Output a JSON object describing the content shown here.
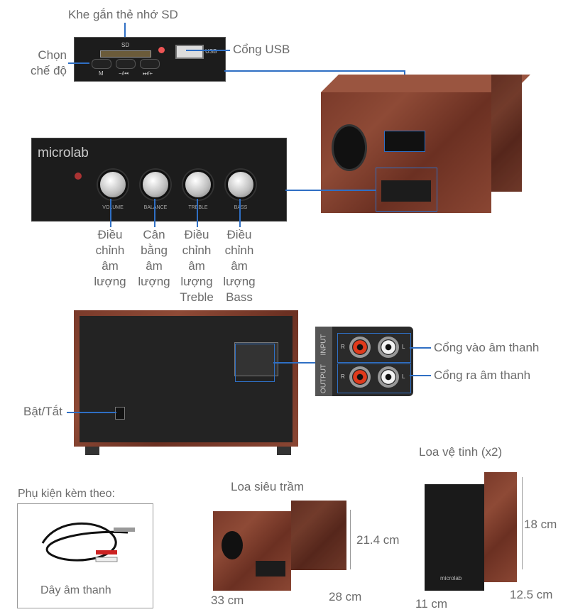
{
  "sd_panel": {
    "sd_slot_label": "Khe gắn thẻ nhớ SD",
    "mode_label": "Chọn chế độ",
    "usb_label": "Cổng USB",
    "sd_text": "SD",
    "usb_text": "USB",
    "buttons": [
      "M",
      "−/⏮",
      "⏭/+"
    ]
  },
  "control_panel": {
    "brand": "microlab",
    "knobs": [
      "VOLUME",
      "BALANCE",
      "TREBLE",
      "BASS"
    ]
  },
  "knob_labels": [
    "Điều chỉnh âm lượng",
    "Cân bằng âm lượng",
    "Điều chỉnh âm lượng Treble",
    "Điều chỉnh âm lượng Bass"
  ],
  "rear": {
    "power_label": "Bật/Tắt",
    "input_tag": "INPUT",
    "output_tag": "OUTPUT",
    "input_label": "Cổng vào âm thanh",
    "output_label": "Cổng ra âm thanh",
    "r": "R",
    "l": "L"
  },
  "accessories": {
    "title": "Phụ kiện kèm theo:",
    "caption": "Dây âm thanh"
  },
  "subwoofer": {
    "title": "Loa siêu trầm",
    "height": "21.4 cm",
    "width": "33 cm",
    "depth": "28 cm"
  },
  "satellite": {
    "title": "Loa vệ tinh (x2)",
    "height": "18 cm",
    "width": "11 cm",
    "depth": "12.5 cm",
    "brand": "microlab"
  },
  "colors": {
    "accent": "#2f6fc4",
    "wood": "#7a3a2a"
  }
}
